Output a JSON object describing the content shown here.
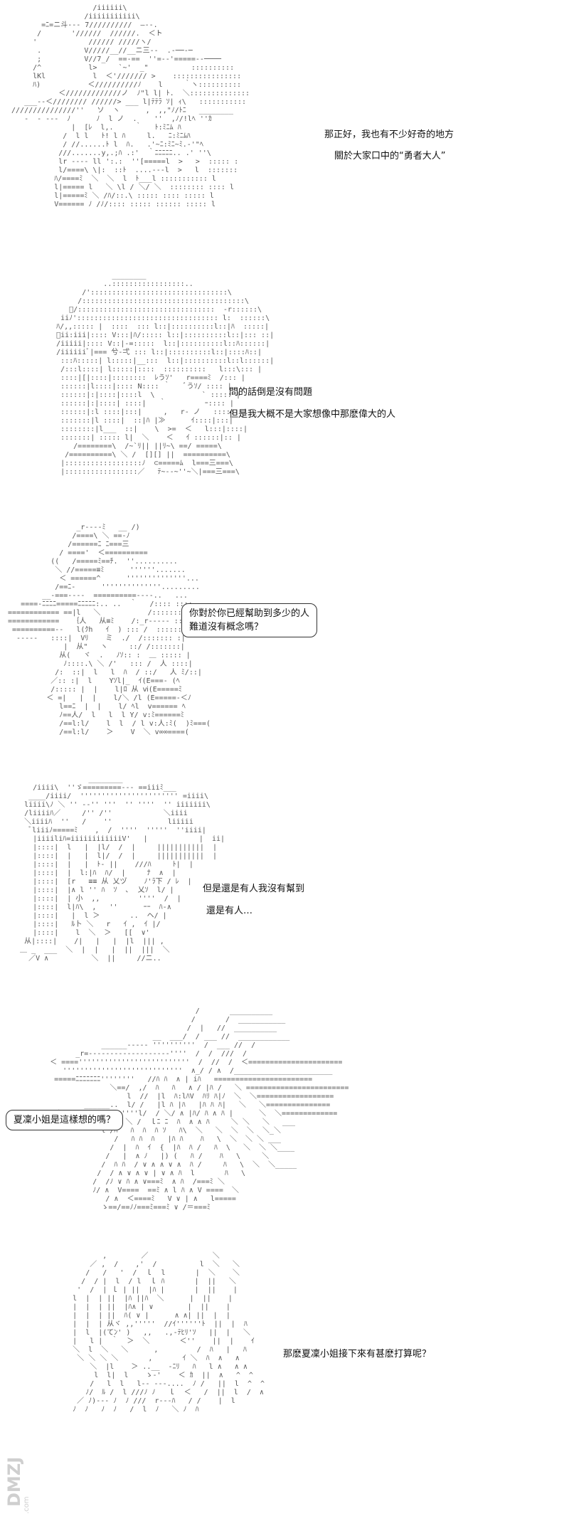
{
  "panels": [
    {
      "lines": [
        "那正好，我也有不少好奇的地方",
        "關於大家口中的“勇者大人”"
      ]
    },
    {
      "lines": [
        "問的話倒是沒有問題",
        "但是我大概不是大家想像中那麽偉大的人"
      ]
    },
    {
      "bubble": [
        "你對於你已經幫助到多少的人",
        "難道沒有概念嗎？"
      ]
    },
    {
      "lines": [
        "但是還是有人我沒有幫到",
        "還是有人…"
      ]
    },
    {
      "bubble": [
        "夏凜小姐是這樣想的嗎？"
      ]
    },
    {
      "lines": [
        "那麽夏凜小姐接下來有甚麽打算呢？"
      ]
    }
  ],
  "watermark": {
    "logo": "DMZJ",
    "site": ".com"
  },
  "colors": {
    "ascii_art": "#555555",
    "text": "#111111",
    "watermark": "#cfcfcf"
  }
}
